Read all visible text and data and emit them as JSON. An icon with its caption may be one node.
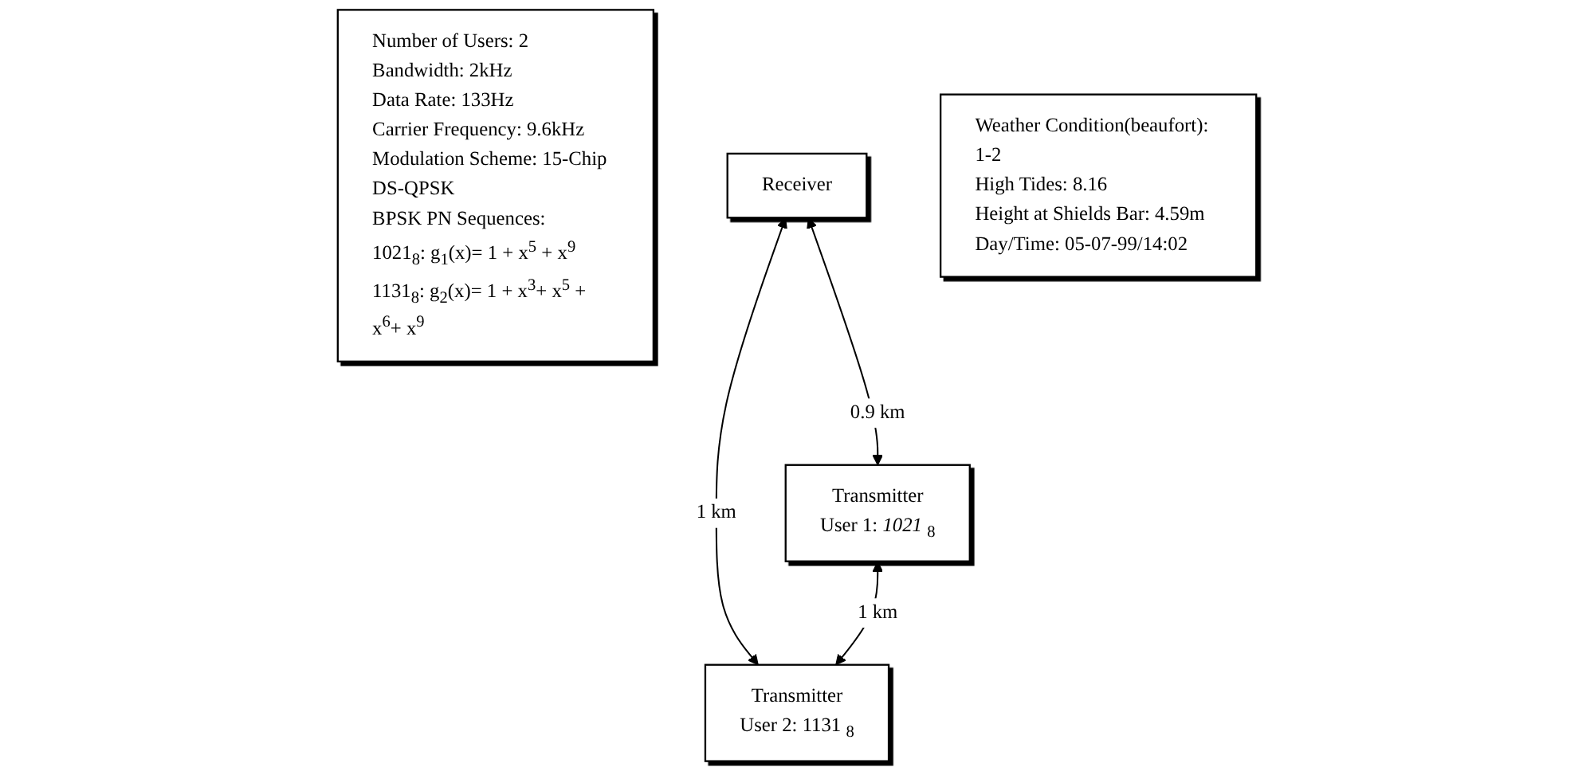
{
  "diagram": {
    "nodes": [
      {
        "text": [
          "Number of Users: 2",
          "Bandwidth: 2kHz",
          "Data Rate: 133Hz",
          "Carrier Frequency: 9.6kHz",
          "Modulation Scheme: 15-Chip DS-QPSK",
          "BPSK PN Sequences:",
          "1021$_{8}$: g$_{1}$(x)= 1 + x$^{5}$ + x$^{9}$",
          "1131$_{8}$: g$_{2}$(x)= 1 + x$^{3}$+ x$^{5}$ + x$^{6}$+ x$^{9}$"
        ]
      },
      {
        "text": [
          "Receiver"
        ]
      },
      {
        "text": [
          "Transmitter",
          "User 1: *1021* $_{8}$"
        ]
      },
      {
        "text": [
          "Transmitter",
          "User 2: 1131 $_{8}$"
        ]
      },
      {
        "text": [
          "Weather Condition(beaufort): 1-2",
          "High Tides: 8.16",
          "Height at Shields Bar: 4.59m",
          "Day/Time: 05-07-99/14:02"
        ]
      }
    ],
    "edges": [
      {
        "from": 1,
        "to": 2,
        "arrow": "both",
        "label": "0.9 km"
      },
      {
        "from": 1,
        "to": 3,
        "arrow": "both",
        "label": "1 km"
      },
      {
        "from": 2,
        "to": 3,
        "arrow": "both",
        "label": "1 km"
      }
    ]
  }
}
